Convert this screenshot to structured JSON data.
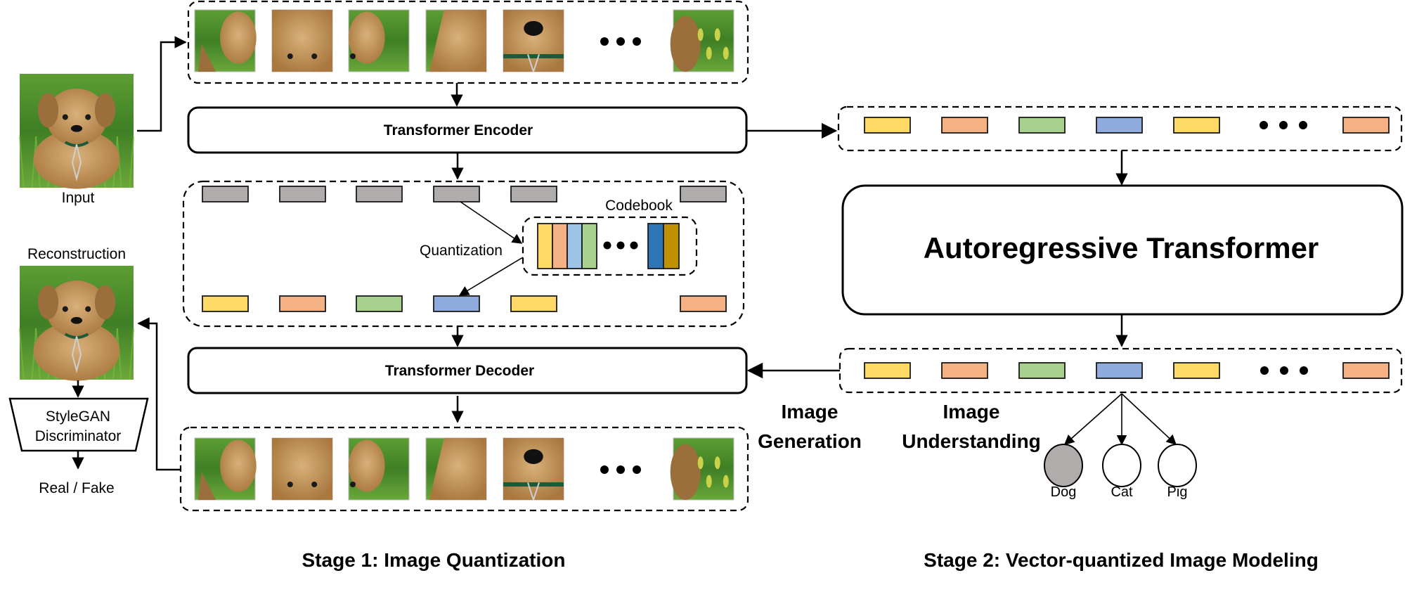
{
  "colors": {
    "gray": "#b0acab",
    "yellow": "#ffd966",
    "orange": "#f4b183",
    "green": "#a9d18e",
    "blue": "#8faadc",
    "light_blue": "#9dc3e6",
    "dark_blue": "#2e75b6",
    "dark_gold": "#bf9000",
    "grass_dark": "#3f7f25",
    "grass_light": "#7dbb3f",
    "fur": "#c49a5e",
    "fur_dark": "#9a6f3c"
  },
  "left_column": {
    "input_label": "Input",
    "reconstruction_label": "Reconstruction",
    "discriminator_line1": "StyleGAN",
    "discriminator_line2": "Discriminator",
    "output_label": "Real / Fake"
  },
  "stage1": {
    "encoder_label": "Transformer Encoder",
    "decoder_label": "Transformer Decoder",
    "codebook_label": "Codebook",
    "quantization_label": "Quantization",
    "input_patches": [
      "patch-ear-left",
      "patch-eyes",
      "patch-ear-right",
      "patch-body",
      "patch-nose",
      "patch-grass"
    ],
    "output_patches": [
      "patch-ear-left",
      "patch-eyes",
      "patch-ear-right",
      "patch-body",
      "patch-nose",
      "patch-grass"
    ],
    "encoded_tokens": [
      "gray",
      "gray",
      "gray",
      "gray",
      "gray",
      "gray"
    ],
    "quantized_tokens": [
      "yellow",
      "orange",
      "green",
      "blue",
      "yellow",
      "orange"
    ],
    "codebook_entries_left": [
      "yellow",
      "orange",
      "light_blue",
      "green"
    ],
    "codebook_entries_right": [
      "dark_blue",
      "dark_gold"
    ],
    "ellipsis": "• • •",
    "caption": "Stage 1: Image Quantization"
  },
  "stage2": {
    "input_tokens": [
      "yellow",
      "orange",
      "green",
      "blue",
      "yellow",
      "orange"
    ],
    "output_tokens": [
      "yellow",
      "orange",
      "green",
      "blue",
      "yellow",
      "orange"
    ],
    "transformer_label": "Autoregressive Transformer",
    "generation_line1": "Image",
    "generation_line2": "Generation",
    "understanding_line1": "Image",
    "understanding_line2": "Understanding",
    "classes": [
      {
        "label": "Dog",
        "selected": true
      },
      {
        "label": "Cat",
        "selected": false
      },
      {
        "label": "Pig",
        "selected": false
      }
    ],
    "caption": "Stage 2: Vector-quantized Image Modeling"
  }
}
